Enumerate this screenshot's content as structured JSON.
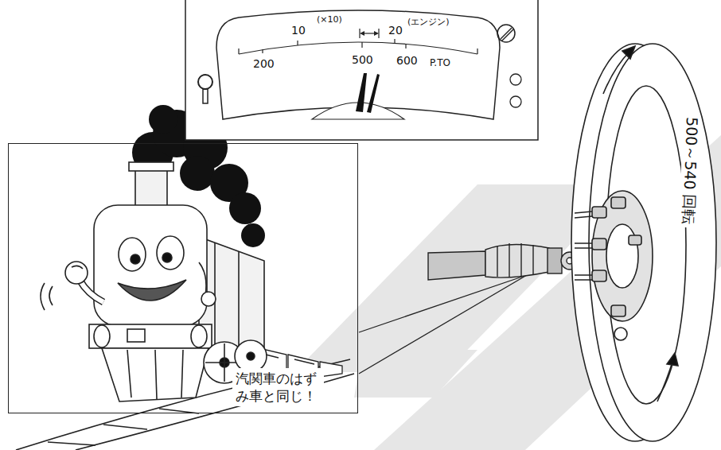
{
  "diagram": {
    "nodes": [
      {
        "text": [
          "汽関車のはずみ車と同じ！"
        ]
      }
    ],
    "labels": [
      "10",
      "(×10)",
      "20",
      "(エンジン)",
      "200",
      "500",
      "600",
      "P.TO",
      "500～540 回転"
    ]
  }
}
